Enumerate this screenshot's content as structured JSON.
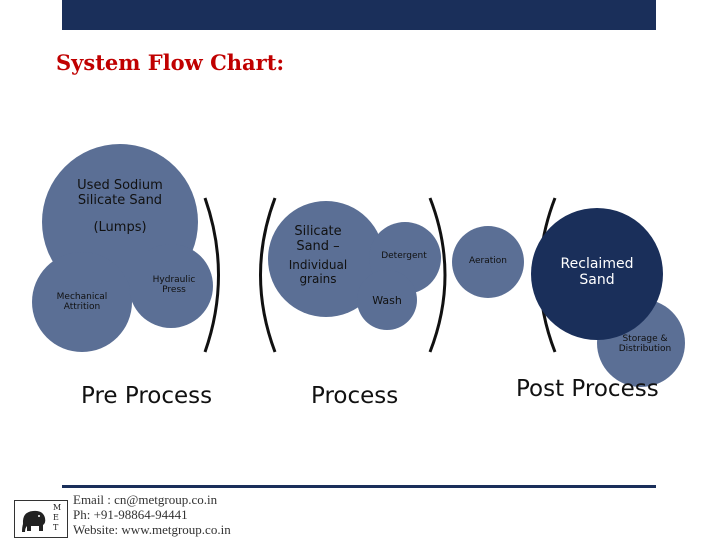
{
  "title": "System Flow Chart:",
  "nodes": {
    "used_sodium": [
      "Used Sodium",
      "Silicate Sand"
    ],
    "lumps": "(Lumps)",
    "mechanical": [
      "Mechanical",
      "Attrition"
    ],
    "hydraulic": [
      "Hydraulic",
      "Press"
    ],
    "silicate": [
      "Silicate",
      "Sand –",
      "Individual",
      "grains"
    ],
    "detergent": "Detergent",
    "wash": "Wash",
    "aeration": "Aeration",
    "reclaimed": [
      "Reclaimed",
      "Sand"
    ],
    "storage": [
      "Storage &",
      "Distribution"
    ]
  },
  "stages": {
    "pre": "Pre Process",
    "process": "Process",
    "post": "Post Process"
  },
  "footer": {
    "email": "Email : cn@metgroup.co.in",
    "phone": "Ph: +91-98864-94441",
    "website": "Website: www.metgroup.co.in",
    "logo_letters": [
      "M",
      "E",
      "T"
    ]
  },
  "colors": {
    "dark_navy": "#1a2f5a",
    "circle_fill": "#5b6f95",
    "circle_light": "#6b7fa3",
    "title_red": "#c00000"
  }
}
